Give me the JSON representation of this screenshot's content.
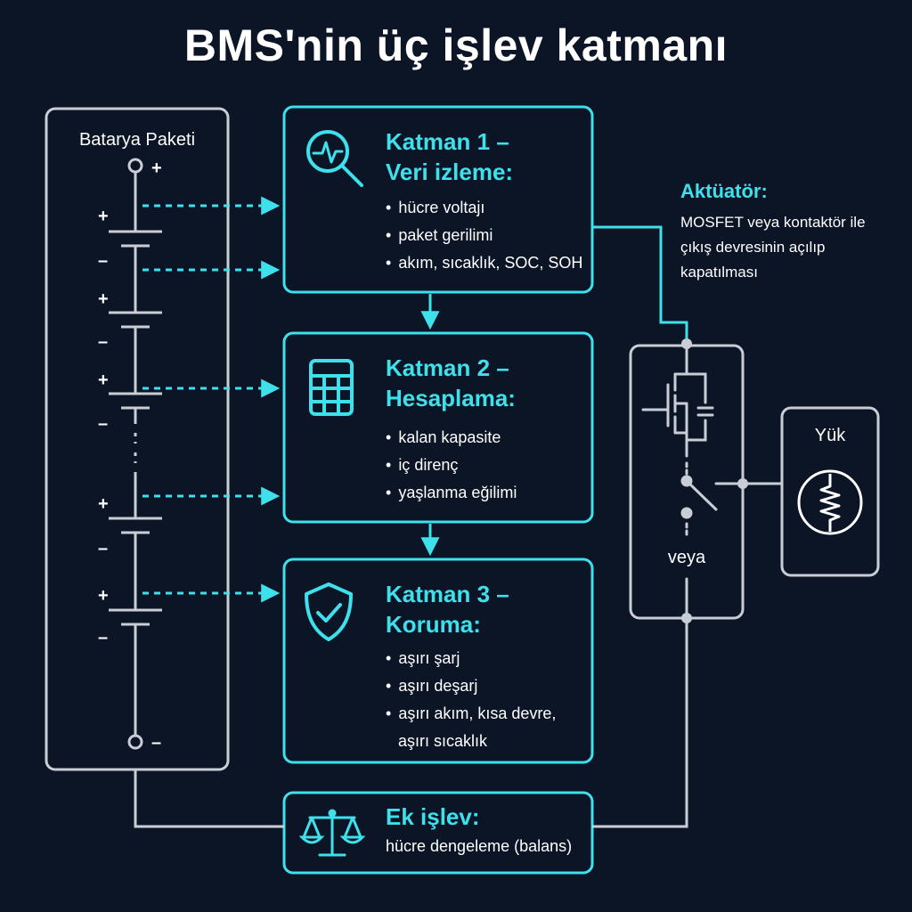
{
  "title": "BMS'nin üç işlev katmanı",
  "battery_pack": {
    "label": "Batarya Paketi",
    "terminal_plus": "+",
    "terminal_minus": "–",
    "cell_plus": "+",
    "cell_minus": "–"
  },
  "layers": [
    {
      "title_line1": "Katman 1 –",
      "title_line2": "Veri izleme:",
      "icon": "magnifier-pulse-icon",
      "items": [
        "hücre voltajı",
        "paket gerilimi",
        "akım, sıcaklık, SOC, SOH"
      ]
    },
    {
      "title_line1": "Katman 2 –",
      "title_line2": "Hesaplama:",
      "icon": "calculator-icon",
      "items": [
        "kalan kapasite",
        "iç direnç",
        "yaşlanma eğilimi"
      ]
    },
    {
      "title_line1": "Katman 3 –",
      "title_line2": "Koruma:",
      "icon": "shield-check-icon",
      "items": [
        "aşırı şarj",
        "aşırı deşarj",
        "aşırı akım, kısa devre,",
        "aşırı sıcaklık"
      ]
    }
  ],
  "actuator": {
    "title": "Aktüatör:",
    "description": "MOSFET veya kontaktör ile çıkış devresinin açılıp kapatılması",
    "or_label": "veya",
    "icons": [
      "mosfet-icon",
      "switch-icon"
    ]
  },
  "load": {
    "label": "Yük",
    "icon": "resistor-icon"
  },
  "extra": {
    "title": "Ek işlev:",
    "description": "hücre dengeleme (balans)",
    "icon": "balance-scale-icon"
  },
  "colors": {
    "background": "#0c1526",
    "accent": "#3ee0ec",
    "line": "#c9ced6",
    "text": "#ffffff"
  }
}
